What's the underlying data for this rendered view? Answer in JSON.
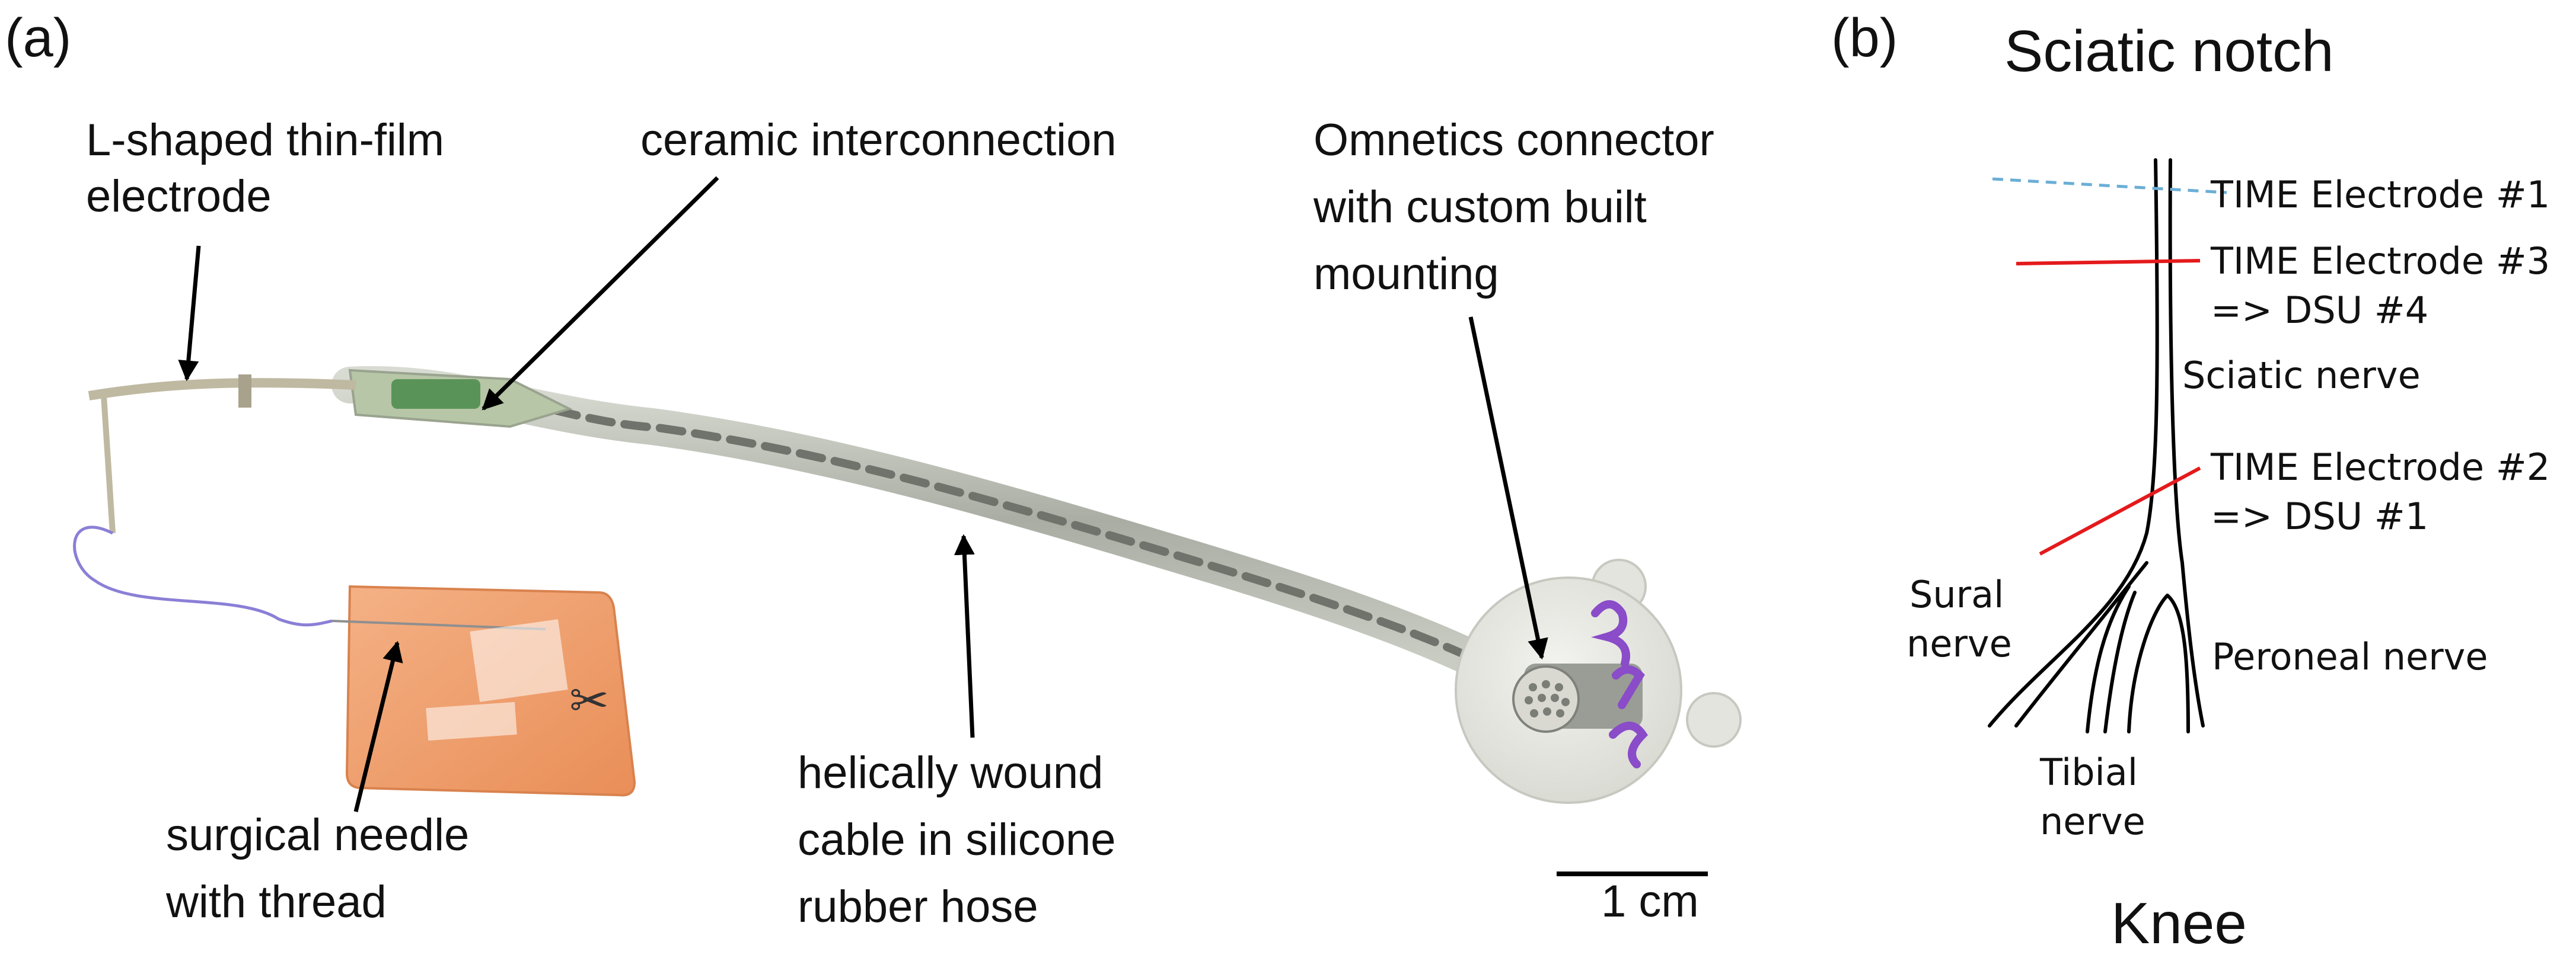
{
  "panel_a": {
    "label": "(a)",
    "annotations": {
      "electrode_line1": "L-shaped thin-film",
      "electrode_line2": "electrode",
      "ceramic": "ceramic interconnection",
      "omnetics_line1": "Omnetics connector",
      "omnetics_line2": "with custom built",
      "omnetics_line3": "mounting",
      "needle_line1": "surgical needle",
      "needle_line2": "with thread",
      "cable_line1": "helically wound",
      "cable_line2": "cable in silicone",
      "cable_line3": "rubber hose"
    },
    "scale_bar": "1 cm",
    "colors": {
      "pad": "#f0a070",
      "silicone": "#c8cbc2",
      "label_ink": "#8a4cc8"
    }
  },
  "panel_b": {
    "label": "(b)",
    "top_title": "Sciatic notch",
    "bottom_title": "Knee",
    "electrodes": [
      {
        "line1": "TIME Electrode #1",
        "line2": "",
        "color": "#6baed6"
      },
      {
        "line1": "TIME Electrode #3",
        "line2": "=> DSU #4",
        "color": "#e41a1c"
      },
      {
        "line1": "TIME Electrode #2",
        "line2": "=> DSU #1",
        "color": "#e41a1c"
      }
    ],
    "nerves": {
      "sciatic": "Sciatic nerve",
      "sural_line1": "Sural",
      "sural_line2": "nerve",
      "peroneal": "Peroneal nerve",
      "tibial_line1": "Tibial",
      "tibial_line2": "nerve"
    },
    "colors": {
      "title": "#1a237e"
    }
  }
}
